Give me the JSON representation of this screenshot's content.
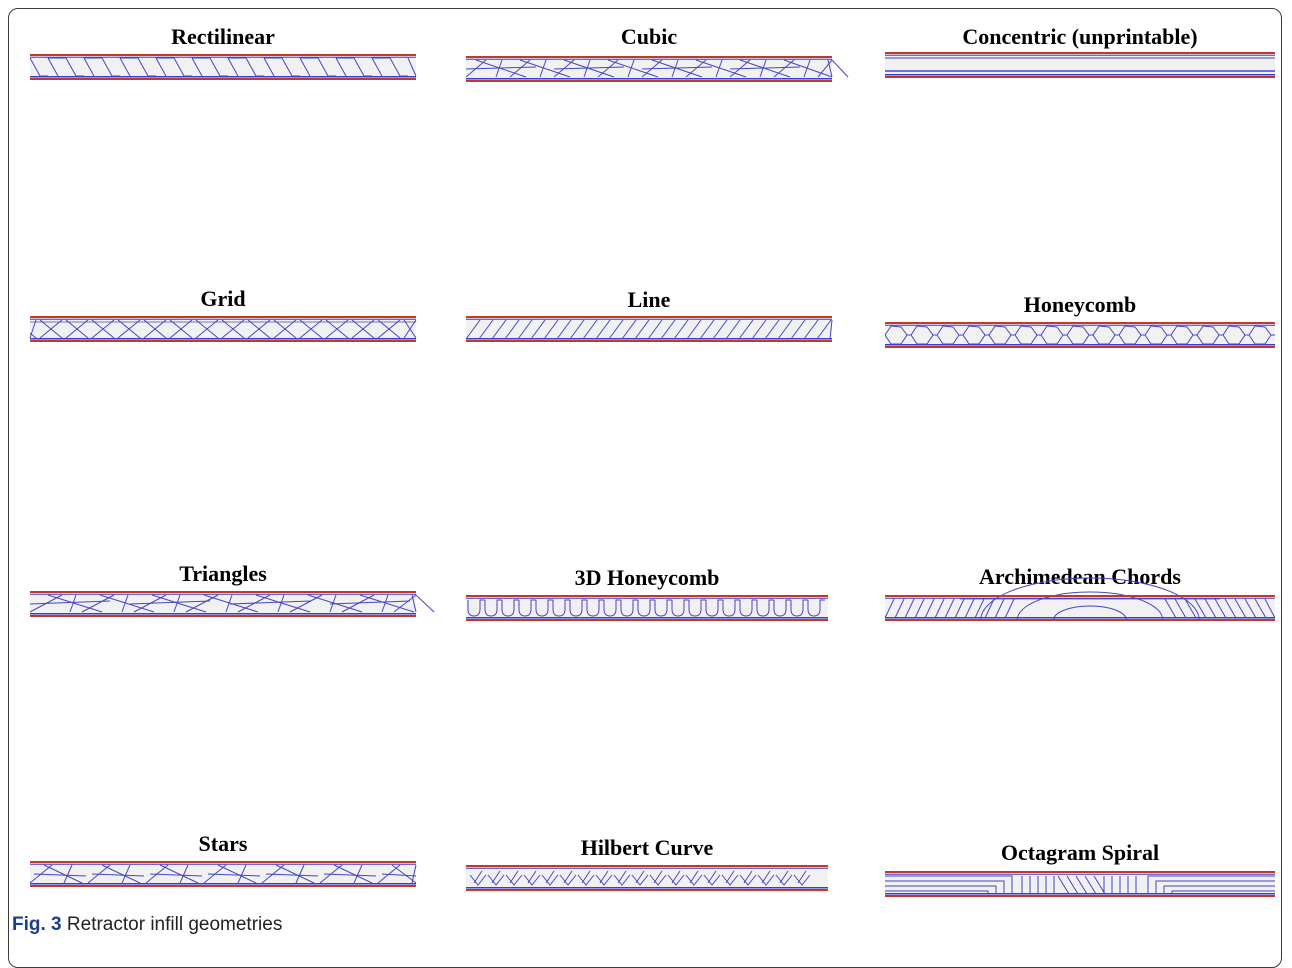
{
  "figure": {
    "caption_label": "Fig. 3",
    "caption_text": "Retractor infill geometries"
  },
  "colors": {
    "wall_red": "#c0392b",
    "wall_blue": "#3b3bd6",
    "infill_blue": "#4545c8",
    "strip_fill": "#f1f1f1"
  },
  "panels": [
    {
      "id": "rectilinear",
      "title": "Rectilinear",
      "pattern": "rectilinear"
    },
    {
      "id": "cubic",
      "title": "Cubic",
      "pattern": "cubic"
    },
    {
      "id": "concentric",
      "title": "Concentric (unprintable)",
      "pattern": "concentric"
    },
    {
      "id": "grid",
      "title": "Grid",
      "pattern": "grid"
    },
    {
      "id": "line",
      "title": "Line",
      "pattern": "line"
    },
    {
      "id": "honeycomb",
      "title": "Honeycomb",
      "pattern": "honeycomb"
    },
    {
      "id": "triangles",
      "title": "Triangles",
      "pattern": "triangles"
    },
    {
      "id": "honeycomb-3d",
      "title": "3D Honeycomb",
      "pattern": "honeycomb3d"
    },
    {
      "id": "archimedean-chords",
      "title": "Archimedean Chords",
      "pattern": "archimedean"
    },
    {
      "id": "stars",
      "title": "Stars",
      "pattern": "stars"
    },
    {
      "id": "hilbert-curve",
      "title": "Hilbert Curve",
      "pattern": "hilbert"
    },
    {
      "id": "octagram-spiral",
      "title": "Octagram Spiral",
      "pattern": "octagram"
    }
  ]
}
